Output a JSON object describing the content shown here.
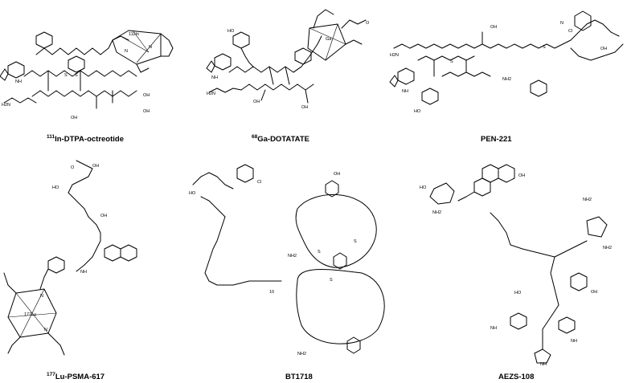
{
  "figure": {
    "panels": [
      {
        "iso": "111",
        "name": "In-DTPA-octreotide"
      },
      {
        "iso": "68",
        "name": "Ga-DOTATATE"
      },
      {
        "iso": "",
        "name": "PEN-221"
      },
      {
        "iso": "177",
        "name": "Lu-PSMA-617"
      },
      {
        "iso": "",
        "name": "BT1718"
      },
      {
        "iso": "",
        "name": "AEZS-108"
      }
    ],
    "atom_labels": {
      "nh": "NH",
      "nh2": "NH2",
      "h2n": "H2N",
      "oh": "OH",
      "ho": "HO",
      "o": "O",
      "n": "N",
      "s": "S",
      "cl": "Cl",
      "in": "111In",
      "ga": "Ga",
      "lu": "177Lu",
      "sub10": "10"
    }
  },
  "colors": {
    "ink": "#000000",
    "background": "#ffffff"
  }
}
